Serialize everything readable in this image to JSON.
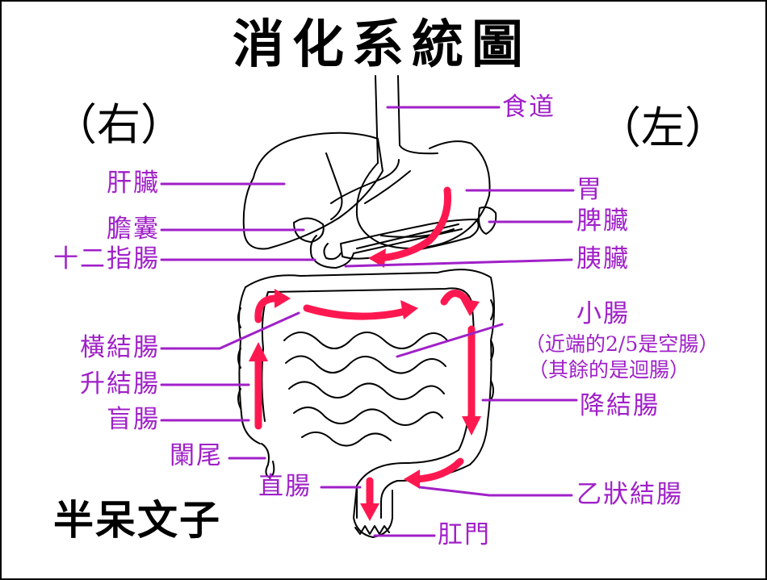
{
  "title": "消化系統圖",
  "side_right": "（右）",
  "side_left": "（左）",
  "labels": {
    "esophagus": "食道",
    "liver": "肝臟",
    "stomach": "胃",
    "gallbladder": "膽囊",
    "spleen": "脾臟",
    "duodenum": "十二指腸",
    "pancreas": "胰臟",
    "small_intestine": "小腸",
    "small_intestine_note1": "（近端的2/5是空腸）",
    "small_intestine_note2": "（其餘的是迴腸）",
    "transverse_colon": "橫結腸",
    "ascending_colon": "升結腸",
    "descending_colon": "降結腸",
    "cecum": "盲腸",
    "appendix": "闌尾",
    "rectum": "直腸",
    "sigmoid_colon": "乙狀結腸",
    "anus": "肛門"
  },
  "logo": "半呆文子",
  "colors": {
    "label": "#a020c8",
    "leader": "#a020c8",
    "arrow": "#ff1850",
    "outline": "#000000"
  }
}
